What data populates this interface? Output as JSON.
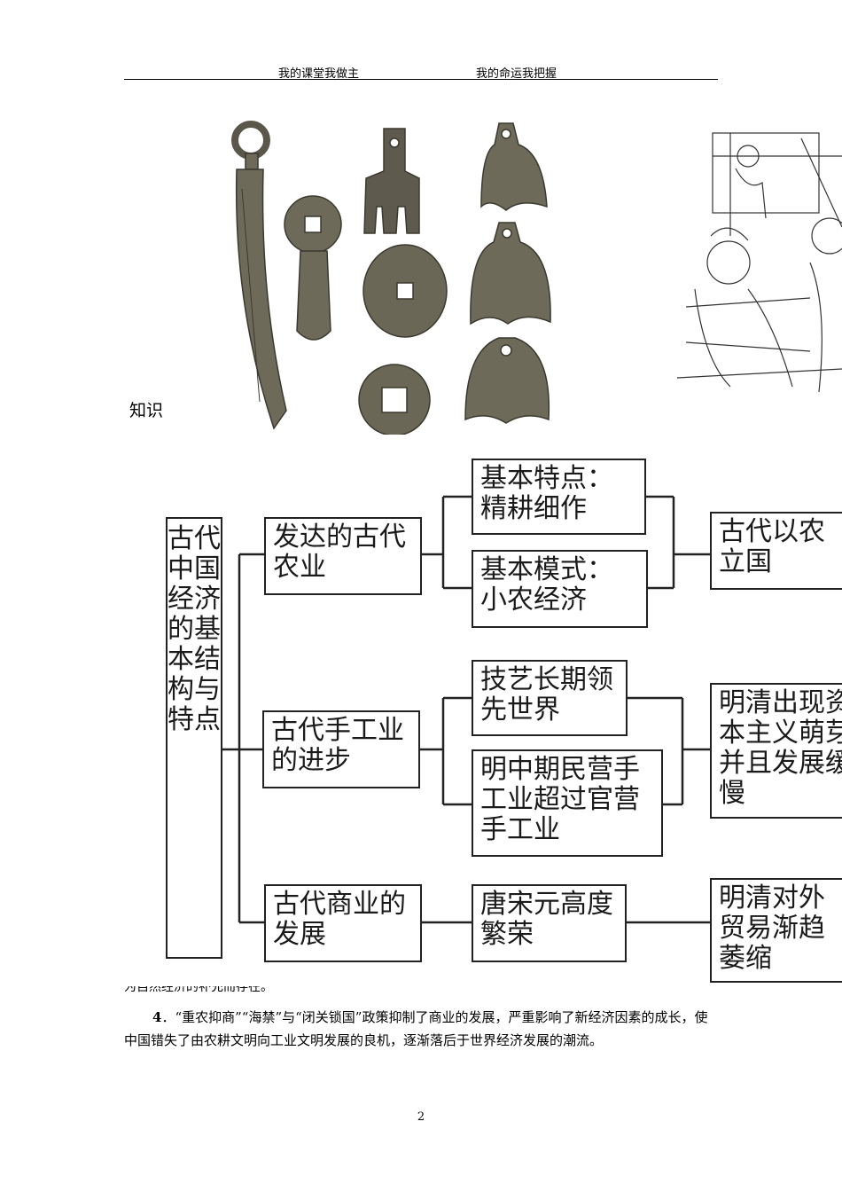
{
  "header": {
    "left": "我的课堂我做主",
    "right": "我的命运我把握"
  },
  "images": {
    "coins": "ancient-chinese-coins-illustration",
    "weavers": "ancient-weaving-scene-illustration"
  },
  "partial_heading": "知识",
  "diagram": {
    "root": "古代中国经济的基本结构与特点",
    "branches": [
      {
        "title": "发达的古代农业",
        "features": [
          "基本特点：精耕细作",
          "基本模式：小农经济"
        ],
        "result": "古代以农立国"
      },
      {
        "title": "古代手工业的进步",
        "features": [
          "技艺长期领先世界",
          "明中期民营手工业超过官营手工业"
        ],
        "result": "明清出现资本主义萌芽并且发展缓慢"
      },
      {
        "title": "古代商业的发展",
        "features": [
          "唐宋元高度繁荣"
        ],
        "result": "明清对外贸易渐趋萎缩"
      }
    ]
  },
  "clipped_text": "为自然经济的补充而存在。",
  "paragraph": {
    "number": "4",
    "text": "．“重农抑商”“海禁”与“闭关锁国”政策抑制了商业的发展，严重影响了新经济因素的成长，使中国错失了由农耕文明向工业文明发展的良机，逐渐落后于世界经济发展的潮流。"
  },
  "page_number": "2"
}
